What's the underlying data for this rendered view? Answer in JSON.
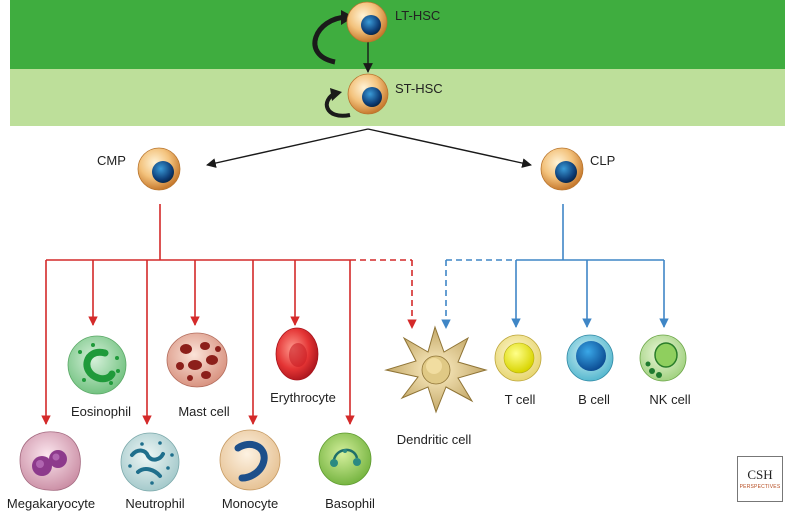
{
  "colors": {
    "band_top": "#3fad3f",
    "band_mid": "#bddf9a",
    "myeloid": "#d42a2a",
    "lymphoid": "#3f86c6",
    "arrow_black": "#1a1a1a"
  },
  "stem": {
    "lt_hsc": "LT-HSC",
    "st_hsc": "ST-HSC"
  },
  "progenitors": {
    "cmp": "CMP",
    "clp": "CLP"
  },
  "cells": {
    "eosinophil": "Eosinophil",
    "mast_cell": "Mast cell",
    "erythrocyte": "Erythrocyte",
    "dendritic_cell": "Dendritic cell",
    "t_cell": "T cell",
    "b_cell": "B cell",
    "nk_cell": "NK cell",
    "megakaryocyte": "Megakaryocyte",
    "neutrophil": "Neutrophil",
    "monocyte": "Monocyte",
    "basophil": "Basophil"
  },
  "logo": {
    "text": "CSH",
    "subtext": "PERSPECTIVES",
    "icon": "dna-helix-logo-icon"
  }
}
